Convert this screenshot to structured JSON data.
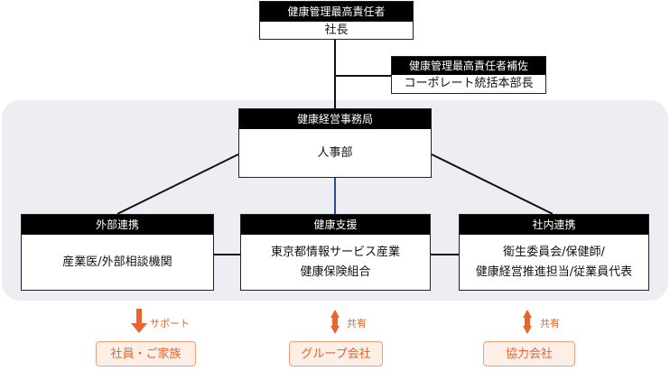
{
  "top": {
    "header": "健康管理最高責任者",
    "body": "社長"
  },
  "assistant": {
    "header": "健康管理最高責任者補佐",
    "body": "コーポレート統括本部長"
  },
  "office": {
    "header": "健康経営事務局",
    "body": "人事部"
  },
  "external": {
    "header": "外部連携",
    "body": "産業医/外部相談機関"
  },
  "support": {
    "header": "健康支援",
    "body_line1": "東京都情報サービス産業",
    "body_line2": "健康保険組合"
  },
  "internal": {
    "header": "社内連携",
    "body_line1": "衛生委員会/保健師/",
    "body_line2": "健康経営推進担当/従業員代表"
  },
  "outcomes": [
    {
      "label": "サポート",
      "target": "社員・ご家族"
    },
    {
      "label": "共有",
      "target": "グループ会社"
    },
    {
      "label": "共有",
      "target": "協力会社"
    }
  ],
  "colors": {
    "accent": "#e8642c",
    "pill_bg": "#fdeee6",
    "panel_bg": "#eceef3",
    "link_blue": "#2b4f8f"
  }
}
